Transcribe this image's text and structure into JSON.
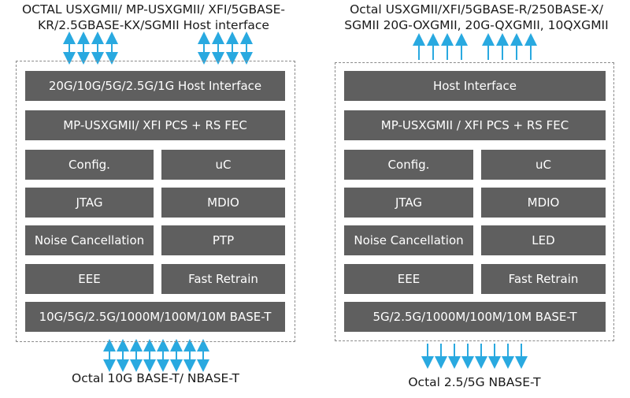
{
  "left": {
    "top_caption_line1": "OCTAL USXGMII/ MP-USXGMII/ XFI/5GBASE-",
    "top_caption_line2": "KR/2.5GBASE-KX/SGMII Host interface",
    "blocks": {
      "host": "20G/10G/5G/2.5G/1G Host Interface",
      "pcs": "MP-USXGMII/ XFI PCS + RS FEC",
      "config": "Config.",
      "uc": "uC",
      "jtag": "JTAG",
      "mdio": "MDIO",
      "noise": "Noise Cancellation",
      "ptp": "PTP",
      "eee": "EEE",
      "retrain": "Fast Retrain",
      "phy": "10G/5G/2.5G/1000M/100M/10M BASE-T"
    },
    "bottom_caption": "Octal 10G BASE-T/ NBASE-T"
  },
  "right": {
    "top_caption_line1": "Octal USXGMII/XFI/5GBASE-R/250BASE-X/",
    "top_caption_line2": "SGMII 20G-OXGMII, 20G-QXGMII, 10QXGMII",
    "blocks": {
      "host": "Host Interface",
      "pcs": "MP-USXGMII / XFI PCS + RS FEC",
      "config": "Config.",
      "uc": "uC",
      "jtag": "JTAG",
      "mdio": "MDIO",
      "noise": "Noise Cancellation",
      "led": "LED",
      "eee": "EEE",
      "retrain": "Fast Retrain",
      "phy": "5G/2.5G/1000M/100M/10M BASE-T"
    },
    "bottom_caption": "Octal 2.5/5G NBASE-T"
  },
  "colors": {
    "block": "#5f5f5f",
    "arrow": "#29a9e0",
    "frame": "#8a8a8a"
  }
}
